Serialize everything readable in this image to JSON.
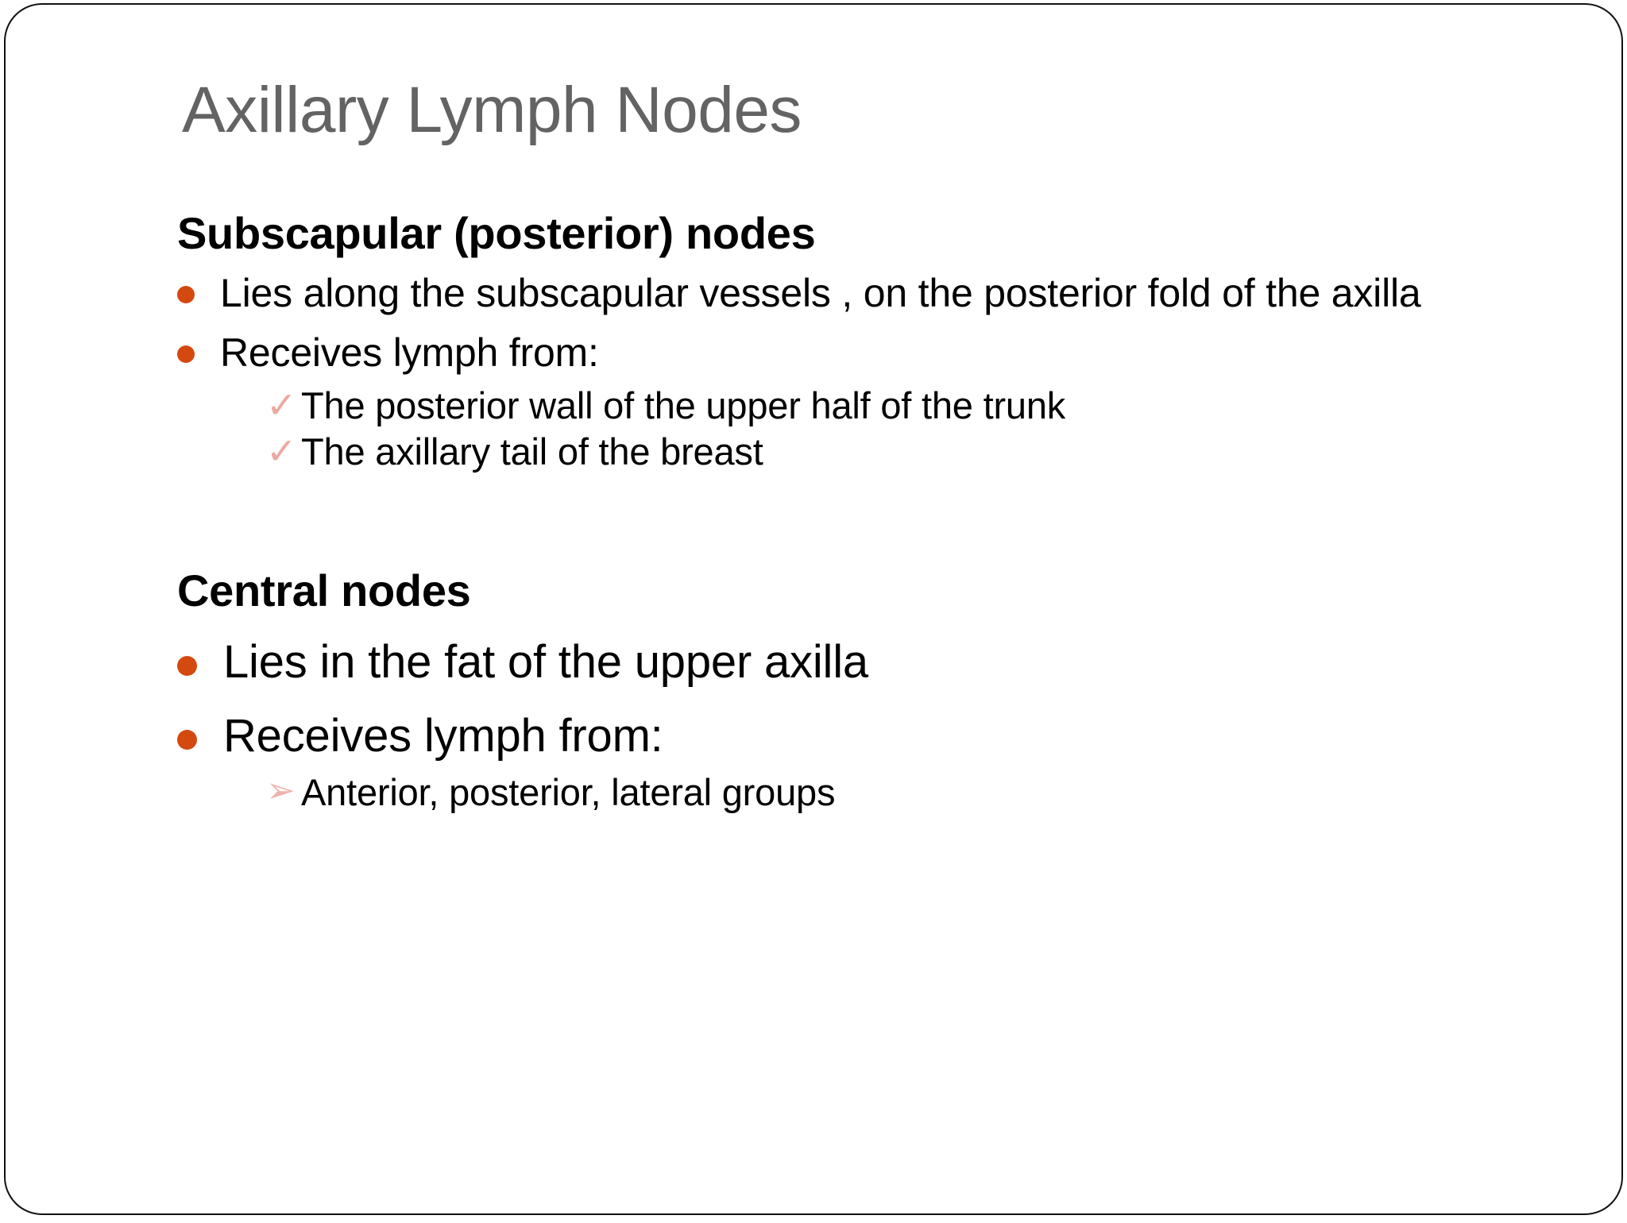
{
  "slide": {
    "title": "Axillary Lymph Nodes",
    "title_color": "#636363",
    "bullet_color": "#D4490F",
    "subbullet_color": "#EDA9A0",
    "border_color": "#111111",
    "background": "#FFFFFF"
  },
  "sections": [
    {
      "heading": "Subscapular (posterior) nodes",
      "bullets": [
        {
          "marker": "disc-bullet",
          "text": "Lies along the subscapular vessels , on the posterior fold of the axilla"
        },
        {
          "marker": "disc-bullet",
          "text": "Receives lymph from:",
          "sub": [
            {
              "marker": "check-icon",
              "glyph": "✓",
              "text": "The posterior wall of the upper half of the trunk"
            },
            {
              "marker": "check-icon",
              "glyph": "✓",
              "text": "The axillary tail of the breast"
            }
          ]
        }
      ]
    },
    {
      "heading": "Central nodes",
      "bullets": [
        {
          "marker": "disc-bullet",
          "text": "Lies in the fat of the upper axilla"
        },
        {
          "marker": "disc-bullet",
          "text": "Receives lymph from:",
          "sub": [
            {
              "marker": "arrowhead-icon",
              "glyph": "➢",
              "text": "Anterior, posterior, lateral groups"
            }
          ]
        }
      ]
    }
  ]
}
